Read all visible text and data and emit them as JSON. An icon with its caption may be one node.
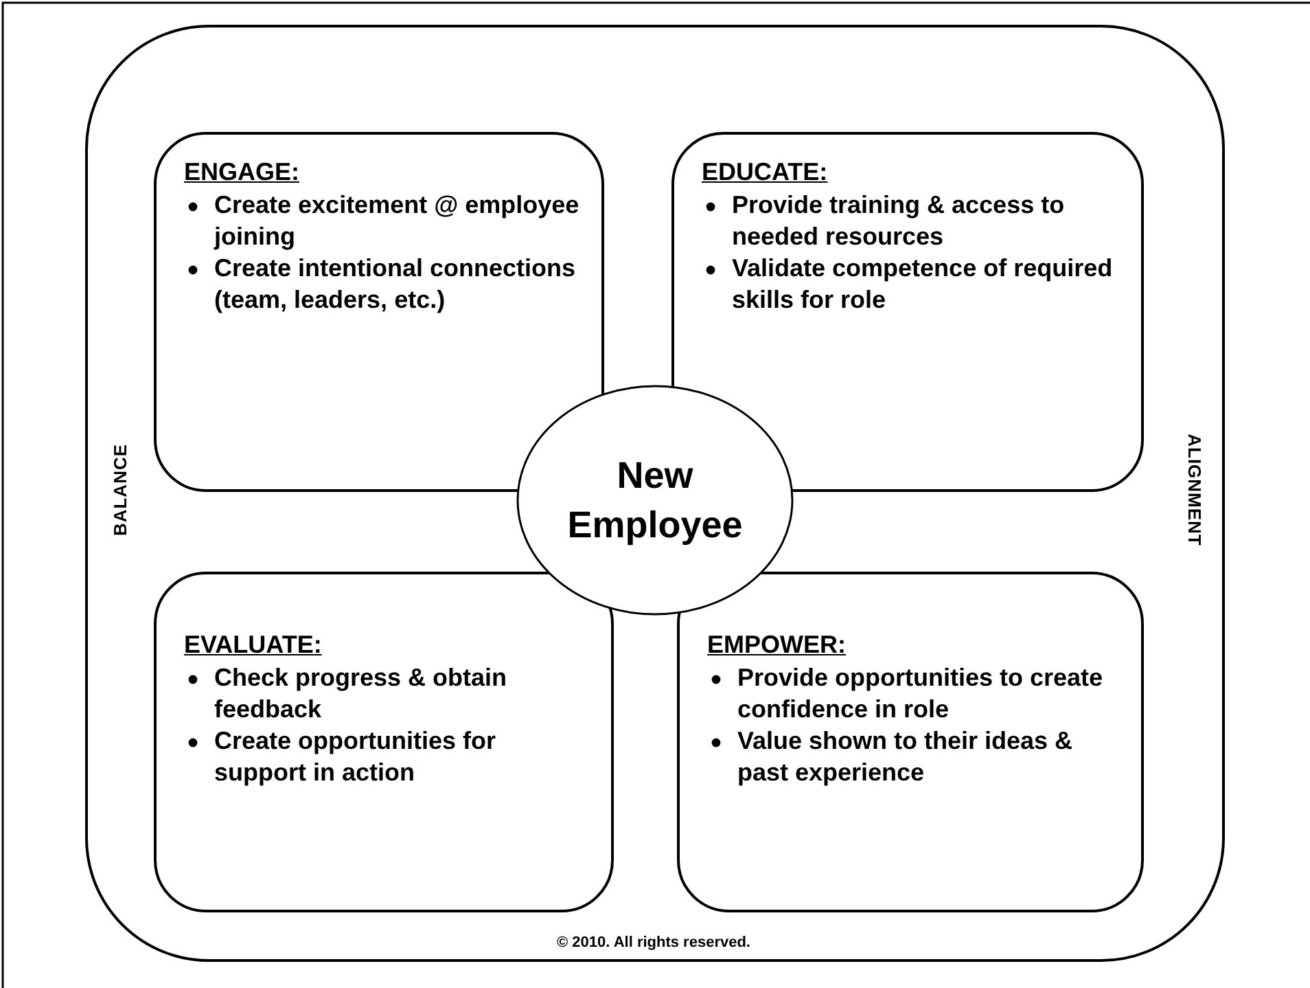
{
  "diagram": {
    "nodes": [
      {
        "text": [
          "BALANCE",
          "ALIGNMENT"
        ]
      },
      {
        "text": [
          "ENGAGE:",
          "Create excitement @ employee joining",
          "Create intentional connections (team, leaders, etc.)"
        ],
        "in": 0
      },
      {
        "text": [
          "EDUCATE:",
          "Provide training & access to needed resources",
          "Validate competence of required skills for role"
        ],
        "in": 0
      },
      {
        "text": [
          "EVALUATE:",
          "Check progress & obtain feedback",
          "Create opportunities for support in action"
        ],
        "in": 0
      },
      {
        "text": [
          "EMPOWER:",
          "Provide opportunities to create confidence in role",
          "Value shown to their ideas & past experience"
        ],
        "in": 0
      },
      {
        "text": [
          "New Employee"
        ],
        "in": 0
      }
    ],
    "edges": [],
    "labels": [
      "© 2010. All rights reserved."
    ]
  }
}
